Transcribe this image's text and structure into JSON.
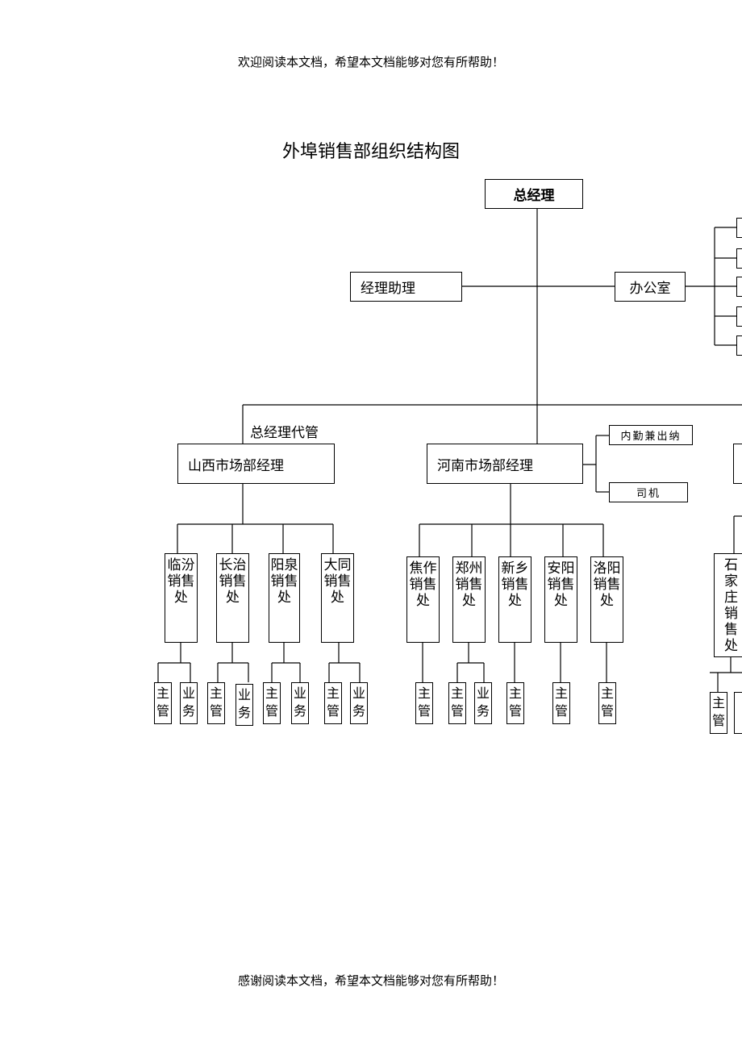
{
  "header_text": "欢迎阅读本文档，希望本文档能够对您有所帮助！",
  "footer_text": "感谢阅读本文档，希望本文档能够对您有所帮助！",
  "title": "外埠销售部组织结构图",
  "gm": "总经理",
  "assistant": "经理助理",
  "office": "办公室",
  "gm_managed": "总经理代管",
  "shanxi": {
    "manager": "山西市场部经理",
    "offices": [
      "临汾销售处",
      "长治销售处",
      "阳泉销售处",
      "大同销售处"
    ]
  },
  "henan": {
    "manager": "河南市场部经理",
    "clerk": "内勤兼出纳",
    "driver": "司机",
    "offices": [
      "焦作销售处",
      "郑州销售处",
      "新乡销售处",
      "安阳销售处",
      "洛阳销售处"
    ]
  },
  "hebei": {
    "office": "石家庄销售处"
  },
  "role_supervisor": "主管",
  "role_business": "业务"
}
